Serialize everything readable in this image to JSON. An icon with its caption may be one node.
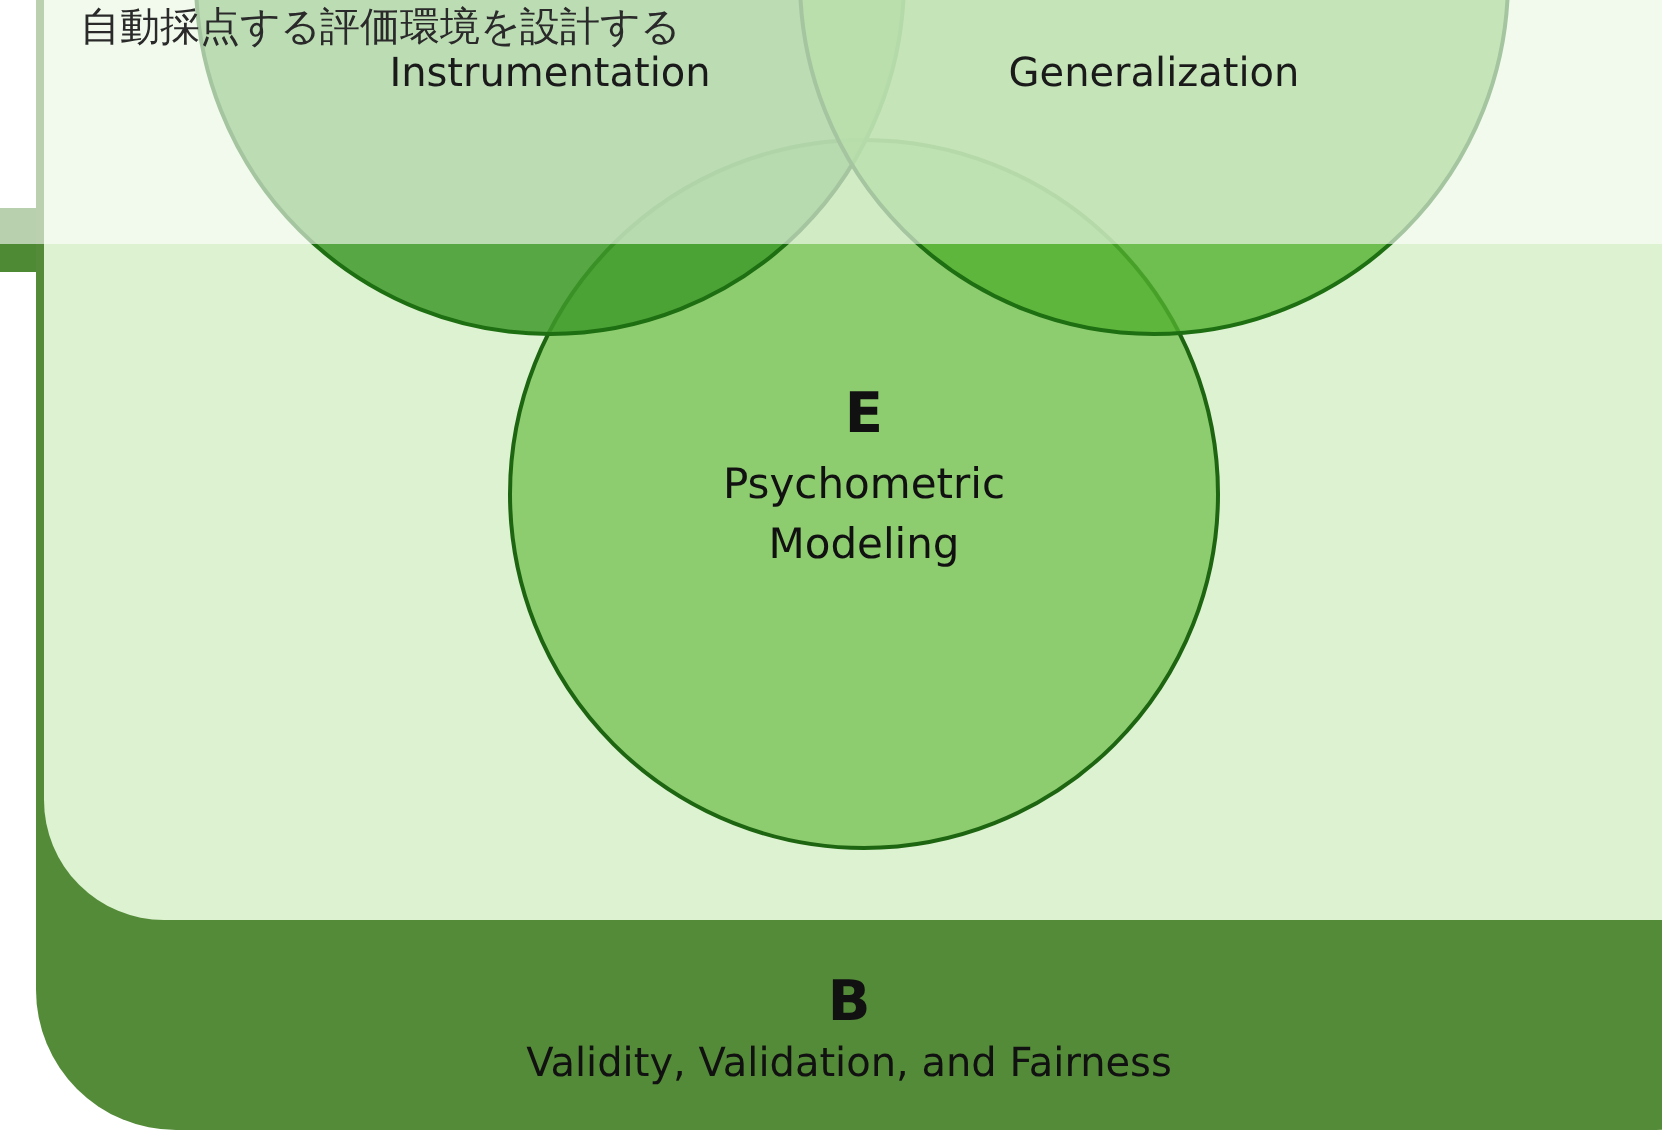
{
  "diagram": {
    "nodes": [
      {
        "text": [
          "B",
          "Validity, Validation, and Fairness"
        ]
      },
      {
        "text": [
          "Instrumentation"
        ]
      },
      {
        "text": [
          "Generalization"
        ]
      },
      {
        "text": [
          "E",
          "Psychometric Modeling"
        ],
        "in": 0
      }
    ],
    "labels": [
      "自動採点する評価環境を設計する"
    ]
  }
}
